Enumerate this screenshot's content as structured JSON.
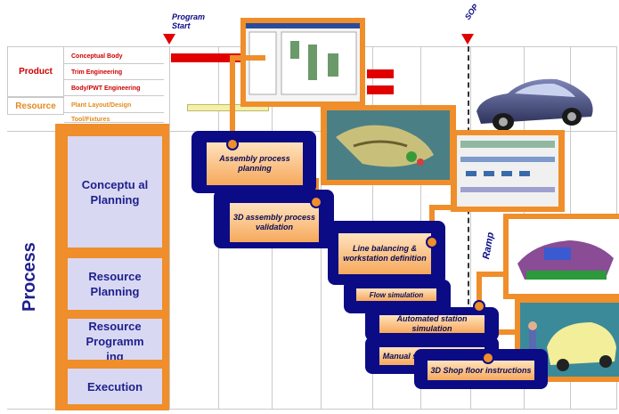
{
  "milestones": {
    "program_start": "Program\nStart",
    "sop": "SOP",
    "ramp": "Ramp"
  },
  "rows": {
    "product": {
      "label": "Product",
      "items": [
        "Conceptual Body",
        "Trim Engineering",
        "Body/PWT Engineering"
      ]
    },
    "resource": {
      "label": "Resource",
      "items": [
        "Plant Layout/Design",
        "Tool/Fixtures"
      ]
    },
    "process": {
      "label": "Process"
    }
  },
  "process_boxes": [
    "Conceptu al Planning",
    "Resource Planning",
    "Resource Programm ing",
    "Execution"
  ],
  "steps": [
    "Assembly process planning",
    "3D assembly process validation",
    "Line balancing & workstation definition",
    "Flow simulation",
    "Automated station simulation",
    "Manual station simulation",
    "3D Shop floor instructions"
  ],
  "colors": {
    "accent_orange": "#ef8e2a",
    "navy": "#0b0b86",
    "red": "#cc0000"
  }
}
